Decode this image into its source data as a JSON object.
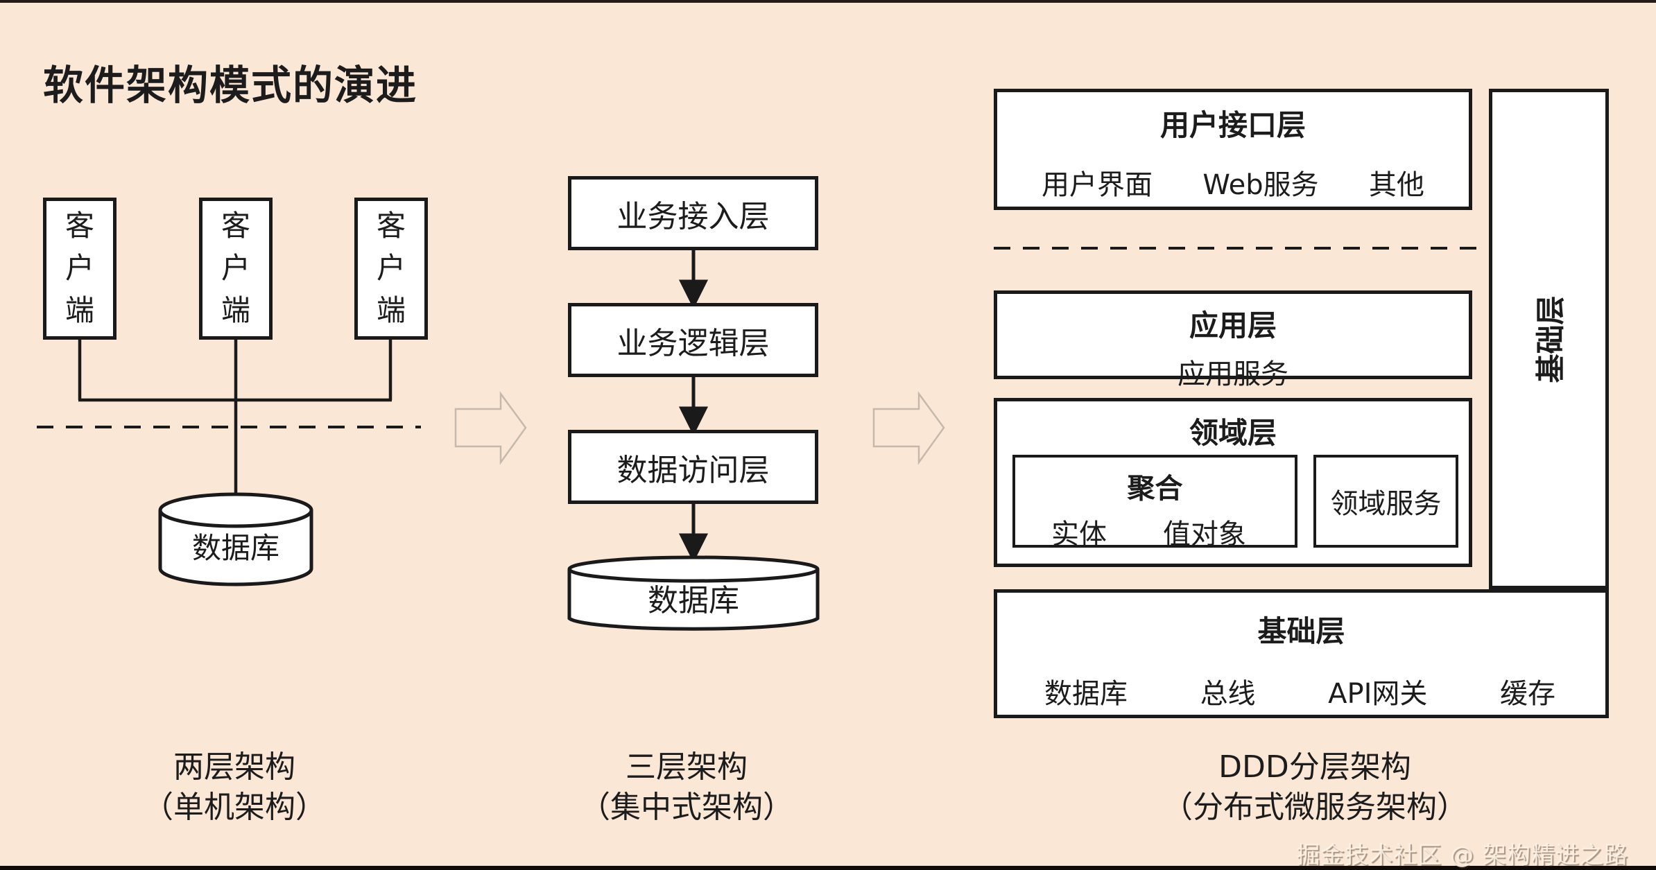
{
  "title": "软件架构模式的演进",
  "watermark": "掘金技术社区 @ 架构精进之路",
  "colors": {
    "background": "#FAE7D6",
    "line": "#1A1A1A",
    "box_fill": "#FFFFFF",
    "evolution_arrow_outline": "#C6B9AB"
  },
  "two_tier": {
    "clients": [
      "客户端",
      "客户端",
      "客户端"
    ],
    "database": "数据库",
    "caption": [
      "两层架构",
      "（单机架构）"
    ]
  },
  "three_tier": {
    "layers": [
      "业务接入层",
      "业务逻辑层",
      "数据访问层"
    ],
    "database": "数据库",
    "caption": [
      "三层架构",
      "（集中式架构）"
    ]
  },
  "ddd": {
    "ui_layer": {
      "title": "用户接口层",
      "items": [
        "用户界面",
        "Web服务",
        "其他"
      ]
    },
    "application_layer": {
      "title": "应用层",
      "items": [
        "应用服务"
      ]
    },
    "domain_layer": {
      "title": "领域层",
      "aggregate": {
        "title": "聚合",
        "items": [
          "实体",
          "值对象"
        ]
      },
      "domain_service": "领域服务"
    },
    "infrastructure_layer": {
      "title": "基础层",
      "items": [
        "数据库",
        "总线",
        "API网关",
        "缓存"
      ]
    },
    "infrastructure_sidebar": "基础层",
    "caption": [
      "DDD分层架构",
      "（分布式微服务架构）"
    ]
  }
}
